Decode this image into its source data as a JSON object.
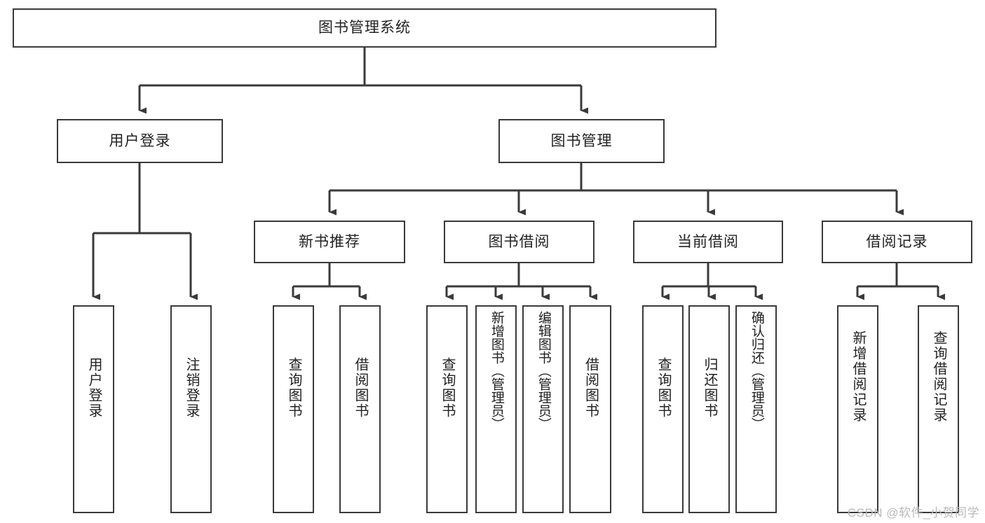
{
  "diagram": {
    "title": "图书管理系统",
    "type": "tree-hierarchy-chart",
    "colors": {
      "box_border": "#3a3a3a",
      "box_fill": "#ffffff",
      "edge": "#3a3a3a",
      "text": "#222222",
      "watermark": "#b9b9b9",
      "background": "#ffffff"
    },
    "watermark": "CSDN @软件_小贺同学",
    "nodes": {
      "root": {
        "label": "图书管理系统"
      },
      "level2": [
        {
          "id": "user-login",
          "label": "用户登录"
        },
        {
          "id": "book-manage",
          "label": "图书管理"
        }
      ],
      "level3": [
        {
          "id": "new-book-recommend",
          "label": "新书推荐"
        },
        {
          "id": "book-borrow",
          "label": "图书借阅"
        },
        {
          "id": "current-borrow",
          "label": "当前借阅"
        },
        {
          "id": "borrow-record",
          "label": "借阅记录"
        }
      ],
      "leaves": {
        "user_login": [
          {
            "id": "leaf-user-login",
            "label": "用户登录"
          },
          {
            "id": "leaf-user-logout",
            "label": "注销登录"
          }
        ],
        "new_book_recommend": [
          {
            "id": "leaf-query-book-1",
            "label": "查询图书"
          },
          {
            "id": "leaf-borrow-book-1",
            "label": "借阅图书"
          }
        ],
        "book_borrow": [
          {
            "id": "leaf-query-book-2",
            "label": "查询图书"
          },
          {
            "id": "leaf-add-book",
            "label": "新增图书（管理员）"
          },
          {
            "id": "leaf-edit-book",
            "label": "编辑图书（管理员）"
          },
          {
            "id": "leaf-borrow-book-2",
            "label": "借阅图书"
          }
        ],
        "current_borrow": [
          {
            "id": "leaf-query-book-3",
            "label": "查询图书"
          },
          {
            "id": "leaf-return-book",
            "label": "归还图书"
          },
          {
            "id": "leaf-confirm-return",
            "label": "确认归还（管理员）"
          }
        ],
        "borrow_record": [
          {
            "id": "leaf-add-borrow-record",
            "label": "新增借阅记录"
          },
          {
            "id": "leaf-query-borrow-record",
            "label": "查询借阅记录"
          }
        ]
      }
    }
  }
}
